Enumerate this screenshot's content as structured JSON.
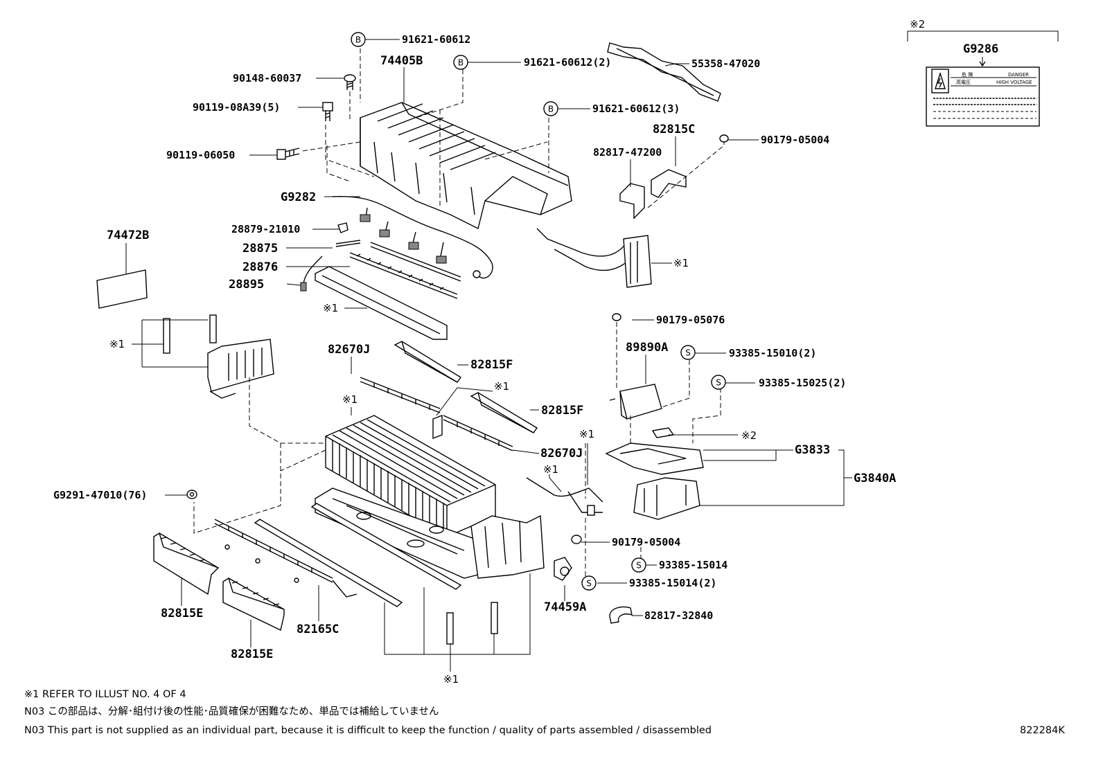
{
  "labels": {
    "p91621_60612_a": "91621-60612",
    "p74405B": "74405B",
    "p91621_60612_b": "91621-60612(2)",
    "p55358_47020": "55358-47020",
    "p90148_60037": "90148-60037",
    "p90119_08A39": "90119-08A39(5)",
    "p91621_60612_c": "91621-60612(3)",
    "p82815C": "82815C",
    "p90179_05004_a": "90179-05004",
    "p82817_47200": "82817-47200",
    "p90119_06050": "90119-06050",
    "pG9282": "G9282",
    "p28879_21010": "28879-21010",
    "p28875": "28875",
    "p74472B": "74472B",
    "p28876": "28876",
    "p28895": "28895",
    "ref1_a": "※1",
    "ref1_b": "※1",
    "ref1_c": "※1",
    "p90179_05076": "90179-05076",
    "p89890A": "89890A",
    "p93385_15010": "93385-15010(2)",
    "p93385_15025": "93385-15025(2)",
    "p82670J_a": "82670J",
    "p82815F_a": "82815F",
    "ref1_d": "※1",
    "ref1_e": "※1",
    "p82815F_b": "82815F",
    "ref2_a": "※2",
    "pG3833": "G3833",
    "ref1_f": "※1",
    "p82670J_b": "82670J",
    "ref1_g": "※1",
    "pG3840A": "G3840A",
    "pG9291": "G9291-47010(76)",
    "p90179_05004_b": "90179-05004",
    "p93385_15014_a": "93385-15014",
    "p93385_15014_b": "93385-15014(2)",
    "p74459A": "74459A",
    "p82817_32840": "82817-32840",
    "p82815E_a": "82815E",
    "p82165C": "82165C",
    "p82815E_b": "82815E",
    "ref1_h": "※1",
    "pG9286": "G9286",
    "ref2_box": "※2"
  },
  "circle_marks": {
    "b1": "B",
    "b2": "B",
    "b3": "B",
    "s1": "S",
    "s2": "S",
    "s3": "S",
    "s4": "S"
  },
  "warning_label": {
    "danger_jp": "危 険",
    "danger_en": "DANGER",
    "hv_jp": "高電圧",
    "hv_en": "HIGH VOLTAGE"
  },
  "notes": {
    "ref1": "※1 REFER TO ILLUST NO. 4 OF 4",
    "n03_jp": "N03 この部品は、分解･組付け後の性能･品質確保が困難なため、単品では補給していません",
    "n03_en": "N03 This part is not supplied as an individual part, because it is difficult to keep the function / quality of parts assembled / disassembled"
  },
  "illustration_id": "822284K"
}
